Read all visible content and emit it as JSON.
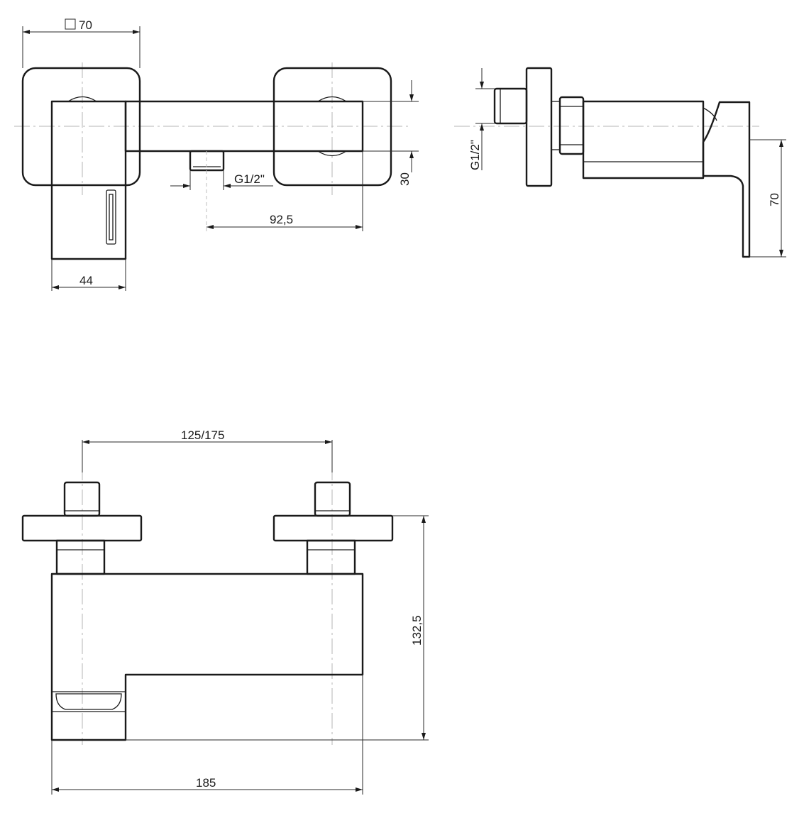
{
  "dimensions": {
    "flange_square": "70",
    "body_depth": "30",
    "thread_front": "G1/2\"",
    "outlet_offset": "92,5",
    "body_width": "44",
    "thread_side": "G1/2\"",
    "handle_height": "70",
    "centers": "125/175",
    "total_height": "132,5",
    "total_width": "185"
  }
}
